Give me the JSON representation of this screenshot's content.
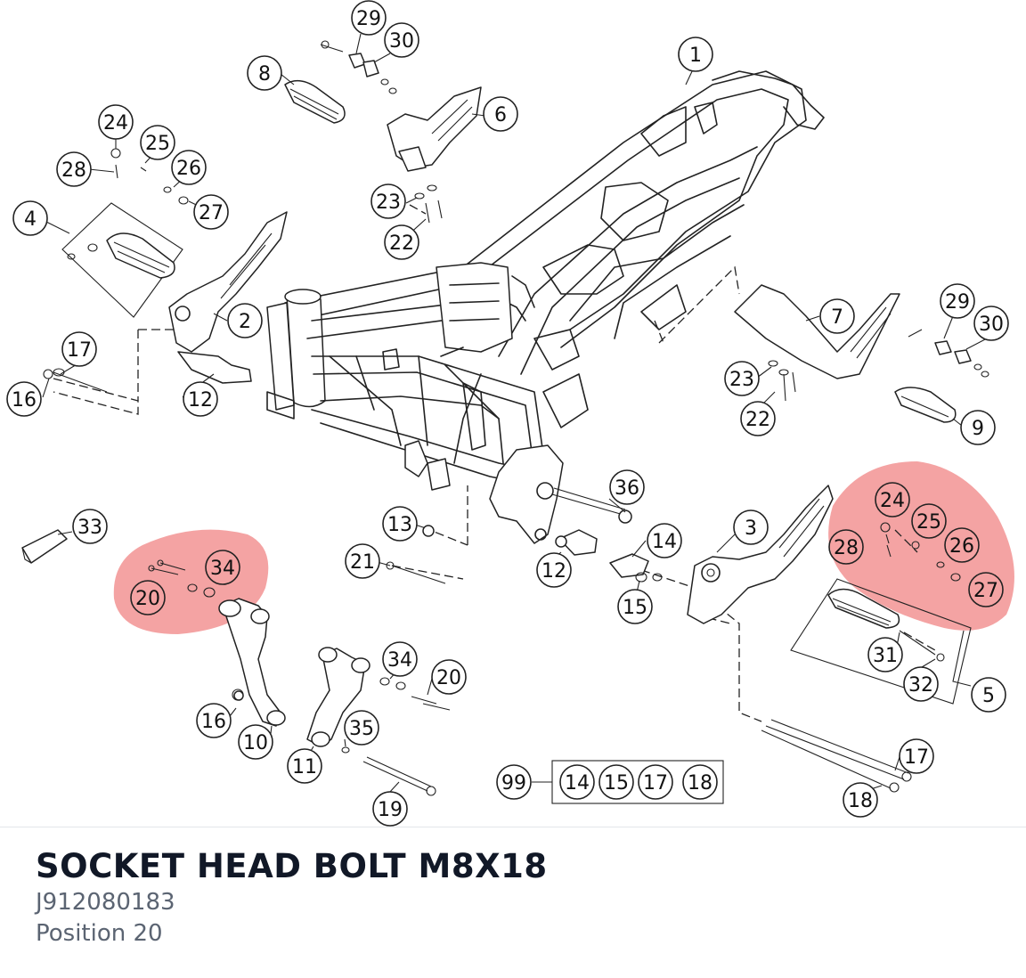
{
  "part": {
    "title": "SOCKET HEAD BOLT M8X18",
    "number": "J912080183",
    "position": "Position 20"
  },
  "colors": {
    "highlight": "#f29393",
    "ink": "#222222",
    "title": "#111827",
    "subtitle": "#5b6472"
  },
  "callouts": [
    "1",
    "2",
    "3",
    "4",
    "5",
    "6",
    "7",
    "8",
    "9",
    "10",
    "11",
    "12",
    "12",
    "13",
    "14",
    "14",
    "15",
    "15",
    "16",
    "16",
    "17",
    "17",
    "17",
    "18",
    "18",
    "19",
    "20",
    "20",
    "21",
    "22",
    "22",
    "23",
    "23",
    "24",
    "24",
    "25",
    "25",
    "26",
    "26",
    "27",
    "27",
    "28",
    "28",
    "29",
    "29",
    "30",
    "30",
    "31",
    "32",
    "33",
    "34",
    "34",
    "35",
    "36",
    "99"
  ],
  "kit_items": [
    "14",
    "15",
    "17",
    "18"
  ],
  "highlighted_positions": [
    "20",
    "34",
    "24",
    "25",
    "26",
    "27",
    "28"
  ]
}
